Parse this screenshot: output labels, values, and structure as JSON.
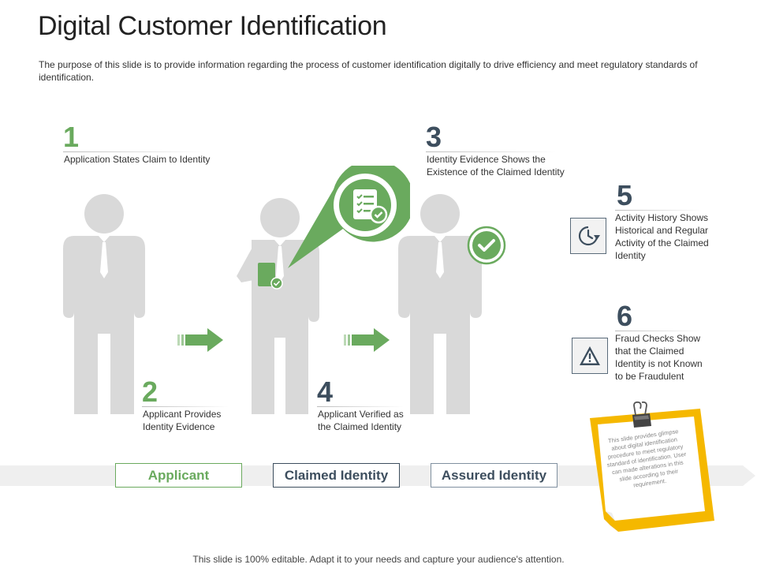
{
  "header": {
    "title": "Digital Customer Identification",
    "subtitle": "The purpose of this slide is to provide information regarding the process of customer identification digitally to drive efficiency and meet regulatory standards of identification."
  },
  "steps": [
    {
      "number": "1",
      "text": "Application States Claim to Identity"
    },
    {
      "number": "2",
      "text": "Applicant Provides Identity Evidence"
    },
    {
      "number": "3",
      "text": "Identity Evidence Shows the Existence of the Claimed Identity"
    },
    {
      "number": "4",
      "text": "Applicant Verified as the Claimed Identity"
    },
    {
      "number": "5",
      "text": "Activity History Shows Historical and Regular Activity of the Claimed Identity"
    },
    {
      "number": "6",
      "text": "Fraud Checks Show that the Claimed Identity is not Known to be Fraudulent"
    }
  ],
  "stages": [
    {
      "label": "Applicant"
    },
    {
      "label": "Claimed Identity"
    },
    {
      "label": "Assured Identity"
    }
  ],
  "note": {
    "text": "This slide provides glimpse about digital identification procedure to meet regulatory standard of identification. User can made alterations in this slide according to their requirement."
  },
  "footer": {
    "text": "This slide is 100% editable. Adapt it to your needs and capture your audience's attention."
  },
  "icons": {
    "step5": "clock-history-icon",
    "step6": "warning-triangle-icon",
    "pin": "checklist-document-icon",
    "verified": "checkmark-circle-icon"
  },
  "colors": {
    "green": "#6aaa5e",
    "slate": "#3d4e5e",
    "figure_gray": "#d9d9d9",
    "note_yellow": "#f5b800"
  }
}
